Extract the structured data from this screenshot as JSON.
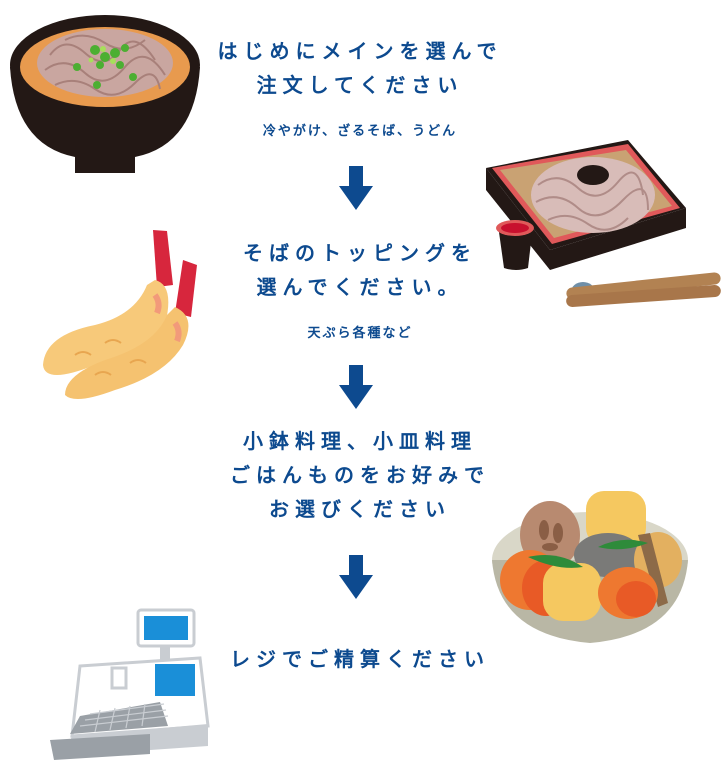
{
  "colors": {
    "text": "#0d4a8f",
    "arrow": "#0d4a8f",
    "background": "#ffffff"
  },
  "steps": [
    {
      "title_lines": [
        "はじめにメインを選んで",
        "注文してください"
      ],
      "subtitle": "冷やがけ、ざるそば、うどん",
      "illustration": "soba-bowl-illustration"
    },
    {
      "title_lines": [
        "そばのトッピングを",
        "選んでください。"
      ],
      "subtitle": "天ぷら各種など",
      "illustration": "shrimp-tempura-illustration"
    },
    {
      "title_lines": [
        "小鉢料理、小皿料理",
        "ごはんものをお好みで",
        "お選びください"
      ],
      "subtitle": "",
      "illustration": "nimono-bowl-illustration"
    },
    {
      "title_lines": [
        "レジでご精算ください"
      ],
      "subtitle": "",
      "illustration": "cash-register-illustration"
    }
  ],
  "decorations": {
    "zaru_soba": "zaru-soba-illustration",
    "arrows": [
      "arrow-down-icon",
      "arrow-down-icon",
      "arrow-down-icon"
    ]
  }
}
